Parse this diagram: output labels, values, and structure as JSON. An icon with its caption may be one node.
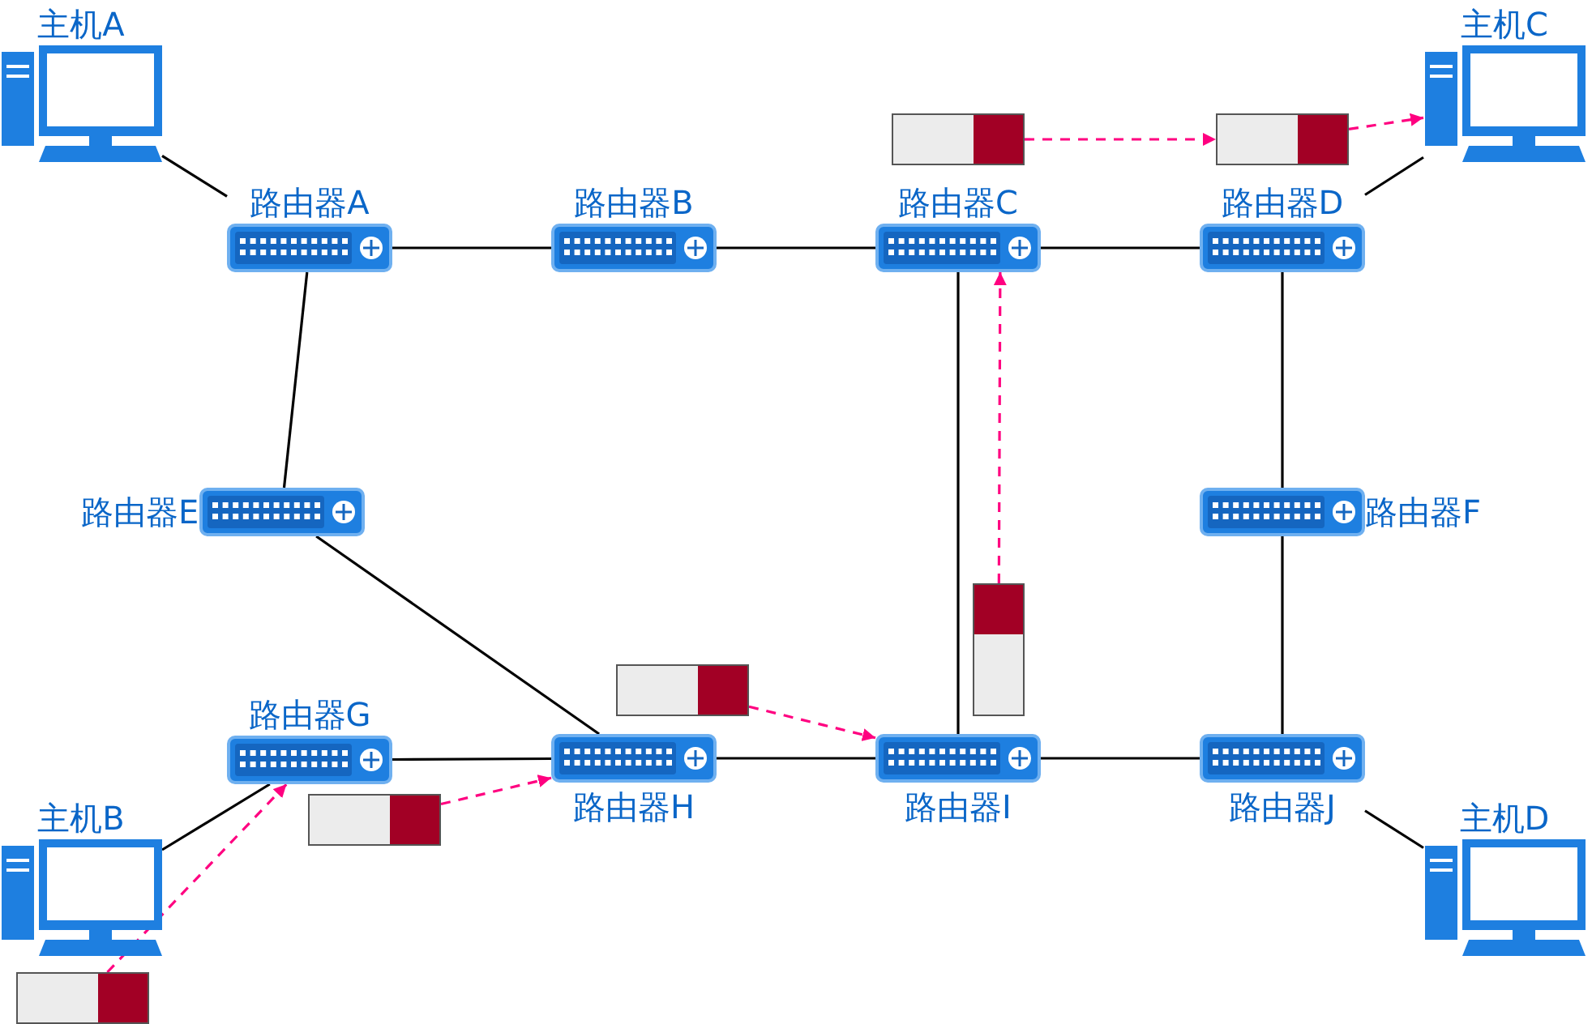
{
  "diagram": {
    "nodes": [
      {
        "text": [
          "主机A"
        ]
      },
      {
        "text": [
          "主机C"
        ]
      },
      {
        "text": [
          "路由器A"
        ]
      },
      {
        "text": [
          "路由器B"
        ]
      },
      {
        "text": [
          "路由器C"
        ]
      },
      {
        "text": [
          "路由器D"
        ]
      },
      {
        "text": [
          "路由器E"
        ]
      },
      {
        "text": [
          "路由器F"
        ]
      },
      {
        "text": [
          "路由器G"
        ]
      },
      {
        "text": [
          "路由器H"
        ]
      },
      {
        "text": [
          "路由器I"
        ]
      },
      {
        "text": [
          "路由器J"
        ]
      },
      {
        "text": [
          "主机B"
        ]
      },
      {
        "text": [
          "主机D"
        ]
      },
      {
        "text": [],
        "shape": "box"
      },
      {
        "text": [],
        "shape": "box"
      },
      {
        "text": [],
        "shape": "box"
      },
      {
        "text": [],
        "shape": "box"
      },
      {
        "text": [],
        "shape": "box"
      },
      {
        "text": [],
        "shape": "box"
      }
    ],
    "edges": [
      {
        "from": 0,
        "to": 2,
        "arrow": "none"
      },
      {
        "from": 2,
        "to": 3,
        "arrow": "none"
      },
      {
        "from": 3,
        "to": 4,
        "arrow": "none"
      },
      {
        "from": 4,
        "to": 5,
        "arrow": "none"
      },
      {
        "from": 5,
        "to": 1,
        "arrow": "none"
      },
      {
        "from": 2,
        "to": 6,
        "arrow": "none"
      },
      {
        "from": 6,
        "to": 9,
        "arrow": "none"
      },
      {
        "from": 8,
        "to": 9,
        "arrow": "none"
      },
      {
        "from": 9,
        "to": 10,
        "arrow": "none"
      },
      {
        "from": 10,
        "to": 11,
        "arrow": "none"
      },
      {
        "from": 4,
        "to": 10,
        "arrow": "none"
      },
      {
        "from": 5,
        "to": 7,
        "arrow": "none"
      },
      {
        "from": 7,
        "to": 11,
        "arrow": "none"
      },
      {
        "from": 12,
        "to": 8,
        "arrow": "none"
      },
      {
        "from": 11,
        "to": 13,
        "arrow": "none"
      },
      {
        "from": 19,
        "to": 8,
        "arrow": "to",
        "style": "dashed",
        "color": "#ff0080"
      },
      {
        "from": 18,
        "to": 9,
        "arrow": "to",
        "style": "dashed",
        "color": "#ff0080"
      },
      {
        "from": 17,
        "to": 10,
        "arrow": "to",
        "style": "dashed",
        "color": "#ff0080"
      },
      {
        "from": 16,
        "to": 4,
        "arrow": "to",
        "style": "dashed",
        "color": "#ff0080"
      },
      {
        "from": 14,
        "to": 15,
        "arrow": "to",
        "style": "dashed",
        "color": "#ff0080"
      },
      {
        "from": 15,
        "to": 1,
        "arrow": "to",
        "style": "dashed",
        "color": "#ff0080"
      }
    ]
  }
}
